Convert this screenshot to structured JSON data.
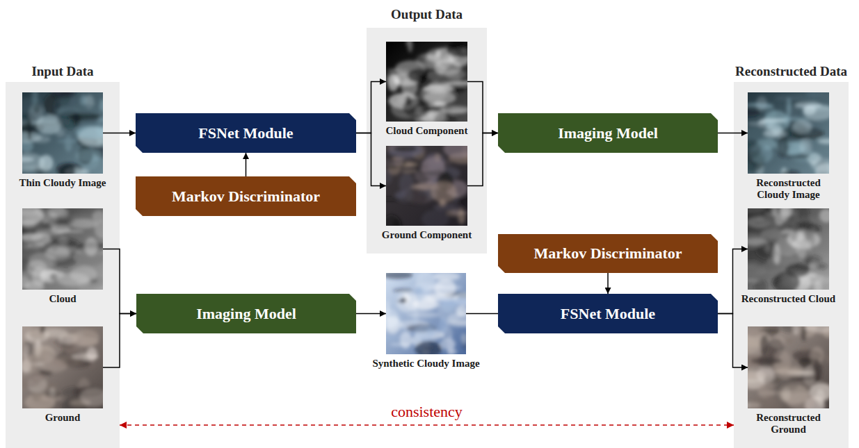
{
  "diagram": {
    "nodes": [
      {
        "text": [
          "Input Data"
        ]
      },
      {
        "text": [
          "Thin Cloudy Image"
        ],
        "in": 0
      },
      {
        "text": [
          "Cloud"
        ],
        "in": 0
      },
      {
        "text": [
          "Ground"
        ],
        "in": 0
      },
      {
        "text": [
          "FSNet Module"
        ]
      },
      {
        "text": [
          "Markov Discriminator"
        ]
      },
      {
        "text": [
          "Output Data"
        ]
      },
      {
        "text": [
          "Cloud Component"
        ],
        "in": 6
      },
      {
        "text": [
          "Ground Component"
        ],
        "in": 6
      },
      {
        "text": [
          "Imaging Model"
        ]
      },
      {
        "text": [
          "Reconstructed Data"
        ]
      },
      {
        "text": [
          "Reconstructed Cloudy Image"
        ],
        "in": 10
      },
      {
        "text": [
          "Reconstructed Cloud"
        ],
        "in": 10
      },
      {
        "text": [
          "Reconstructed Ground"
        ],
        "in": 10
      },
      {
        "text": [
          "Imaging Model"
        ]
      },
      {
        "text": [
          "Synthetic Cloudy Image"
        ]
      },
      {
        "text": [
          "Markov Discriminator"
        ]
      },
      {
        "text": [
          "FSNet Module"
        ]
      }
    ],
    "edges": [
      {
        "from": 1,
        "to": 4,
        "arrow": "to"
      },
      {
        "from": 5,
        "to": 4,
        "arrow": "to"
      },
      {
        "from": 4,
        "to": 7,
        "arrow": "to"
      },
      {
        "from": 4,
        "to": 8,
        "arrow": "to"
      },
      {
        "from": 7,
        "to": 9,
        "arrow": "to"
      },
      {
        "from": 8,
        "to": 9,
        "arrow": "to"
      },
      {
        "from": 9,
        "to": 11,
        "arrow": "to"
      },
      {
        "from": 2,
        "to": 14,
        "arrow": "to"
      },
      {
        "from": 3,
        "to": 14,
        "arrow": "to"
      },
      {
        "from": 14,
        "to": 15,
        "arrow": "to"
      },
      {
        "from": 15,
        "to": 17,
        "arrow": "none"
      },
      {
        "from": 16,
        "to": 17,
        "arrow": "to"
      },
      {
        "from": 17,
        "to": 12,
        "arrow": "to"
      },
      {
        "from": 17,
        "to": 13,
        "arrow": "to"
      },
      {
        "from": 0,
        "to": 10,
        "label": "consistency",
        "arrow": "both"
      }
    ]
  }
}
